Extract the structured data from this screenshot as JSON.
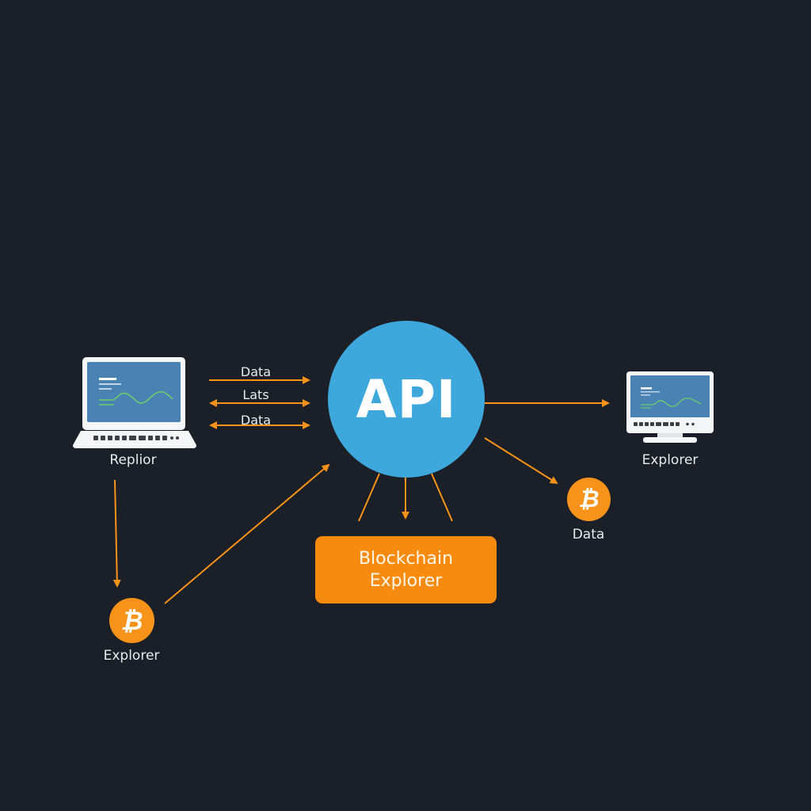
{
  "colors": {
    "background": "#1b1f27",
    "api": "#3ea8dc",
    "accent": "#f7931a",
    "box": "#f78b0f",
    "screen": "#4a82b4",
    "wave": "#6ccf6a"
  },
  "api": {
    "label": "API"
  },
  "left_device": {
    "type": "laptop-icon",
    "label": "Replior"
  },
  "right_device": {
    "type": "monitor-icon",
    "label": "Explorer"
  },
  "arrow_labels": [
    "Data",
    "Lats",
    "Data"
  ],
  "explorer_box": {
    "line1": "Blockchain",
    "line2": "Explorer"
  },
  "coin_left": {
    "icon": "bitcoin-icon",
    "symbol": "₿",
    "label": "Explorer"
  },
  "coin_right": {
    "icon": "bitcoin-icon",
    "symbol": "₿",
    "label": "Data"
  }
}
